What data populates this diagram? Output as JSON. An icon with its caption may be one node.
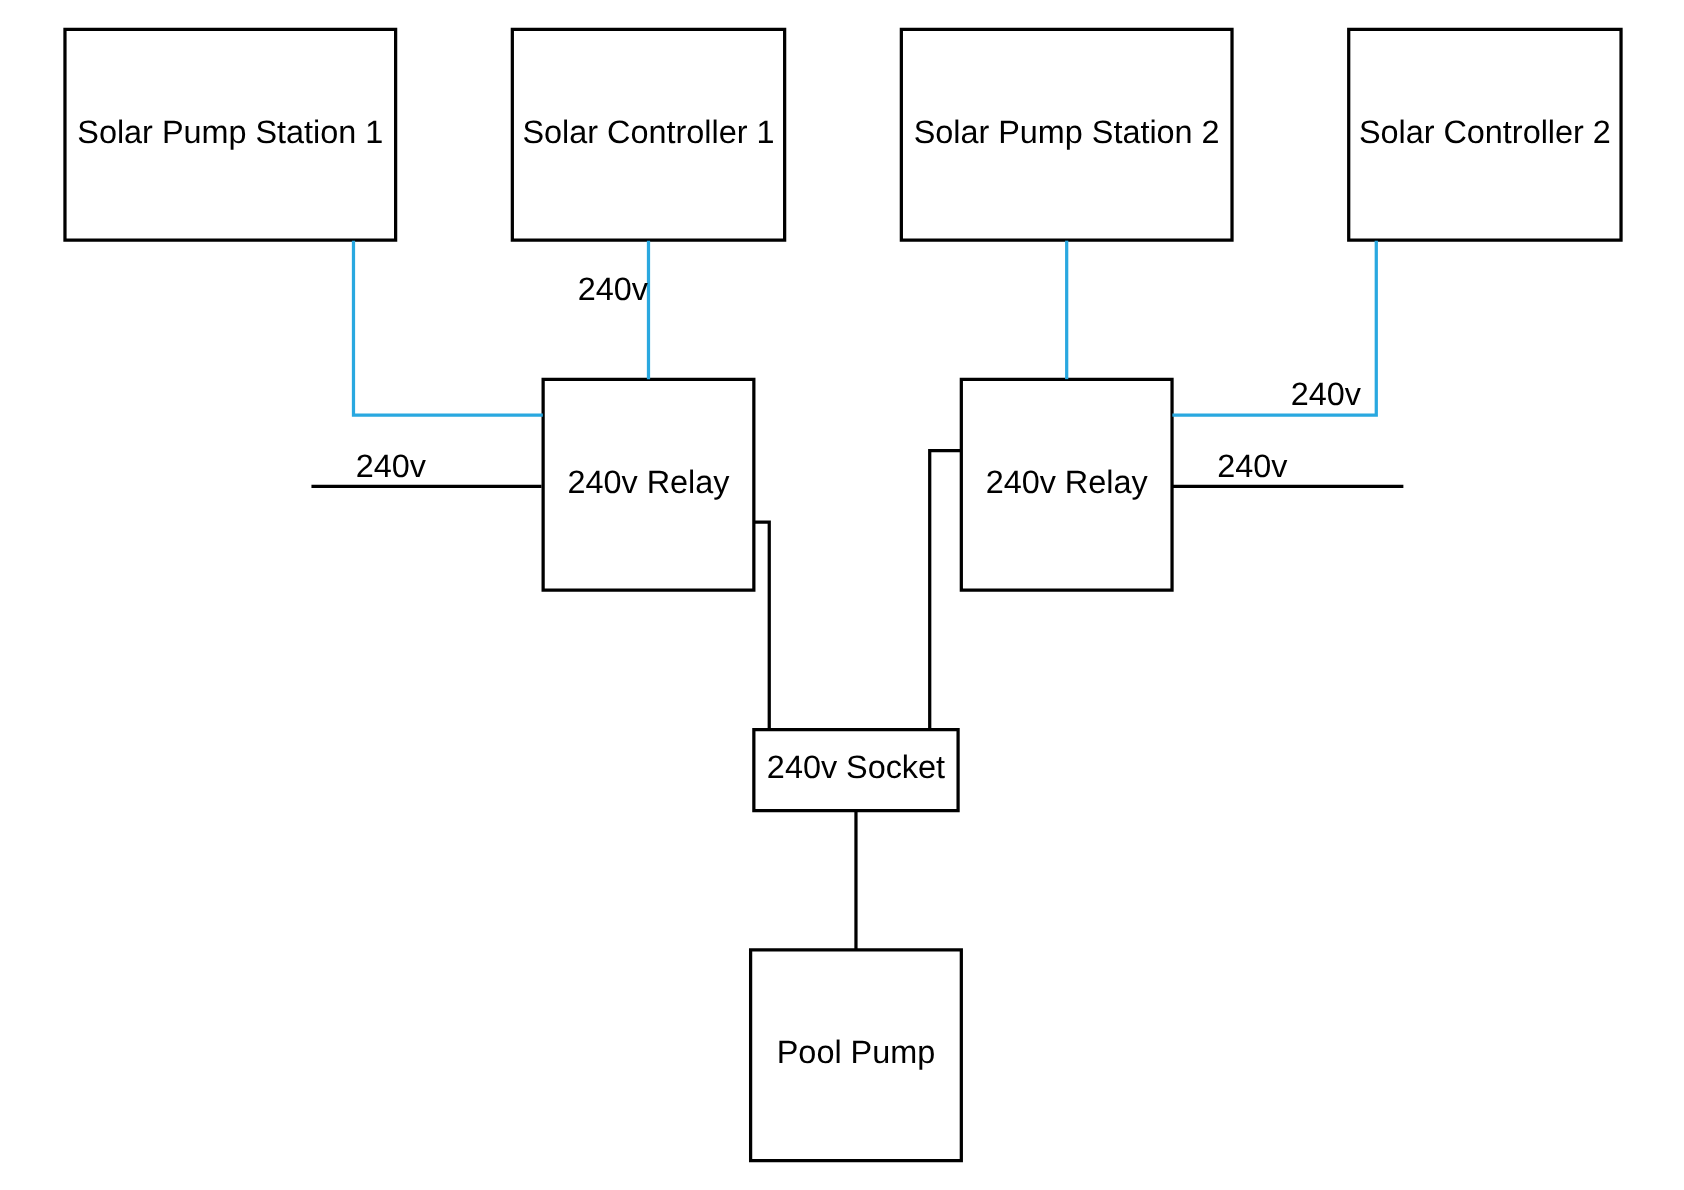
{
  "diagram": {
    "nodes": [
      {
        "text": [
          "Solar Pump Station 1"
        ]
      },
      {
        "text": [
          "Solar Controller 1"
        ]
      },
      {
        "text": [
          "Solar Pump Station 2"
        ]
      },
      {
        "text": [
          "Solar Controller 2"
        ]
      },
      {
        "text": [
          "240v Relay"
        ]
      },
      {
        "text": [
          "240v Relay"
        ]
      },
      {
        "text": [
          "240v Socket"
        ]
      },
      {
        "text": [
          "Pool Pump"
        ]
      }
    ],
    "edges": [
      {
        "from": 0,
        "to": 4,
        "arrow": "none",
        "color": "#29a8e0"
      },
      {
        "from": 1,
        "to": 4,
        "arrow": "none",
        "color": "#29a8e0",
        "label": "240v"
      },
      {
        "from": 2,
        "to": 5,
        "arrow": "none",
        "color": "#29a8e0"
      },
      {
        "from": 3,
        "to": 5,
        "arrow": "none",
        "color": "#29a8e0",
        "label": "240v"
      },
      {
        "from": null,
        "to": 4,
        "arrow": "none",
        "label": "240v"
      },
      {
        "from": 5,
        "to": null,
        "arrow": "none",
        "label": "240v"
      },
      {
        "from": 4,
        "to": 6,
        "arrow": "none"
      },
      {
        "from": 5,
        "to": 6,
        "arrow": "none"
      },
      {
        "from": 6,
        "to": 7,
        "arrow": "none"
      }
    ]
  }
}
